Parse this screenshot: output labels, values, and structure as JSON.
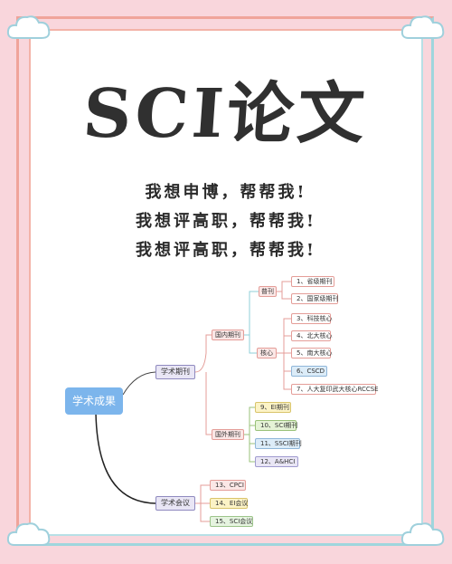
{
  "poster": {
    "title": "SCI论文",
    "lines": [
      "我想申博，帮帮我!",
      "我想评高职，帮帮我!",
      "我想评高职，帮帮我!"
    ]
  },
  "mindmap": {
    "root": "学术成果",
    "academic_journal": "学术期刊",
    "domestic_journal": "国内期刊",
    "foreign_journal": "国外期刊",
    "general": "普刊",
    "core": "核心",
    "conference": "学术会议",
    "general_items": [
      "1、省级期刊",
      "2、国家级期刊"
    ],
    "core_items": [
      "3、科技核心",
      "4、北大核心",
      "5、南大核心",
      "6、CSCD",
      "7、人大复印武大核心RCCSE"
    ],
    "foreign_items": [
      "9、EI期刊",
      "10、SCI期刊",
      "11、SSCI期刊",
      "12、A&HCI"
    ],
    "conference_items": [
      "13、CPCI",
      "14、EI会议",
      "15、SCI会议"
    ]
  },
  "colors": {
    "background": "#f9d6dc",
    "root": "#7cb5ec",
    "title": "#303030"
  },
  "icons": [
    "cloud-top-left",
    "cloud-top-right",
    "cloud-bottom-left",
    "cloud-bottom-right"
  ]
}
